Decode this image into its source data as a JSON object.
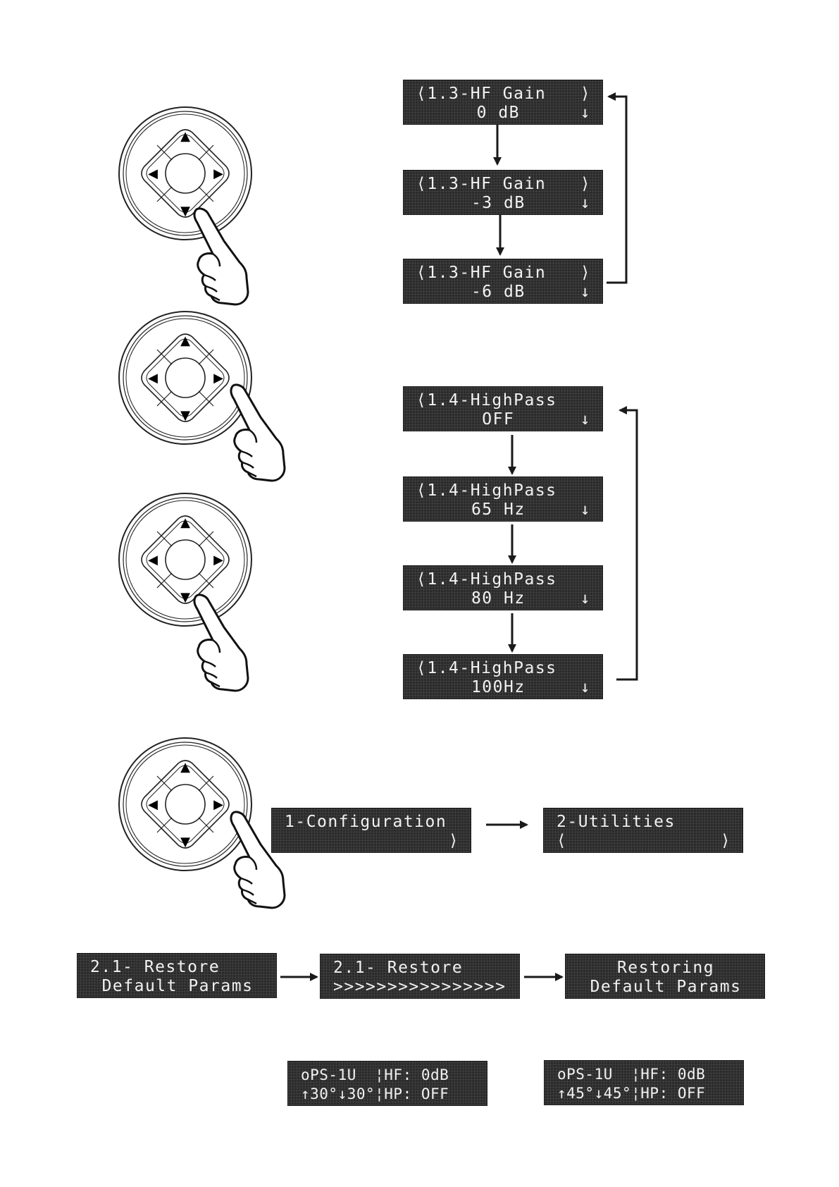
{
  "section_hf_gain": {
    "displays": [
      {
        "left": "⟨1.3-HF Gain",
        "right": "⟩",
        "value": "0 dB",
        "arrow": "↓"
      },
      {
        "left": "⟨1.3-HF Gain",
        "right": "⟩",
        "value": "-3 dB",
        "arrow": "↓"
      },
      {
        "left": "⟨1.3-HF Gain",
        "right": "⟩",
        "value": "-6 dB",
        "arrow": "↓"
      }
    ]
  },
  "section_highpass": {
    "displays": [
      {
        "left": "⟨1.4-HighPass",
        "value": "OFF",
        "arrow": "↓"
      },
      {
        "left": "⟨1.4-HighPass",
        "value": "65 Hz",
        "arrow": "↓"
      },
      {
        "left": "⟨1.4-HighPass",
        "value": "80 Hz",
        "arrow": "↓"
      },
      {
        "left": "⟨1.4-HighPass",
        "value": "100Hz",
        "arrow": "↓"
      }
    ]
  },
  "section_menu": {
    "config": {
      "line1": "1-Configuration",
      "line2": "⟩"
    },
    "utilities": {
      "line1": "2-Utilities",
      "line2_left": "⟨",
      "line2_right": "⟩"
    }
  },
  "section_restore": {
    "step1": {
      "line1": "2.1- Restore",
      "line2": "Default Params"
    },
    "step2": {
      "line1": "2.1- Restore",
      "line2": ">>>>>>>>>>>>>>>>"
    },
    "step3": {
      "line1": "Restoring",
      "line2": "Default Params"
    }
  },
  "section_status": {
    "status30": {
      "line1": "oPS-1U  ¦HF: 0dB",
      "line2": "↑30°↓30°¦HP: OFF"
    },
    "status45": {
      "line1": "oPS-1U  ¦HF: 0dB",
      "line2": "↑45°↓45°¦HP: OFF"
    }
  },
  "icons": {
    "up": "▲",
    "down": "▼",
    "left": "◀",
    "right": "▶"
  },
  "colors": {
    "lcd_bg": "#2b2b2b",
    "lcd_text": "#f2f2f2",
    "line": "#1a1a1a"
  }
}
